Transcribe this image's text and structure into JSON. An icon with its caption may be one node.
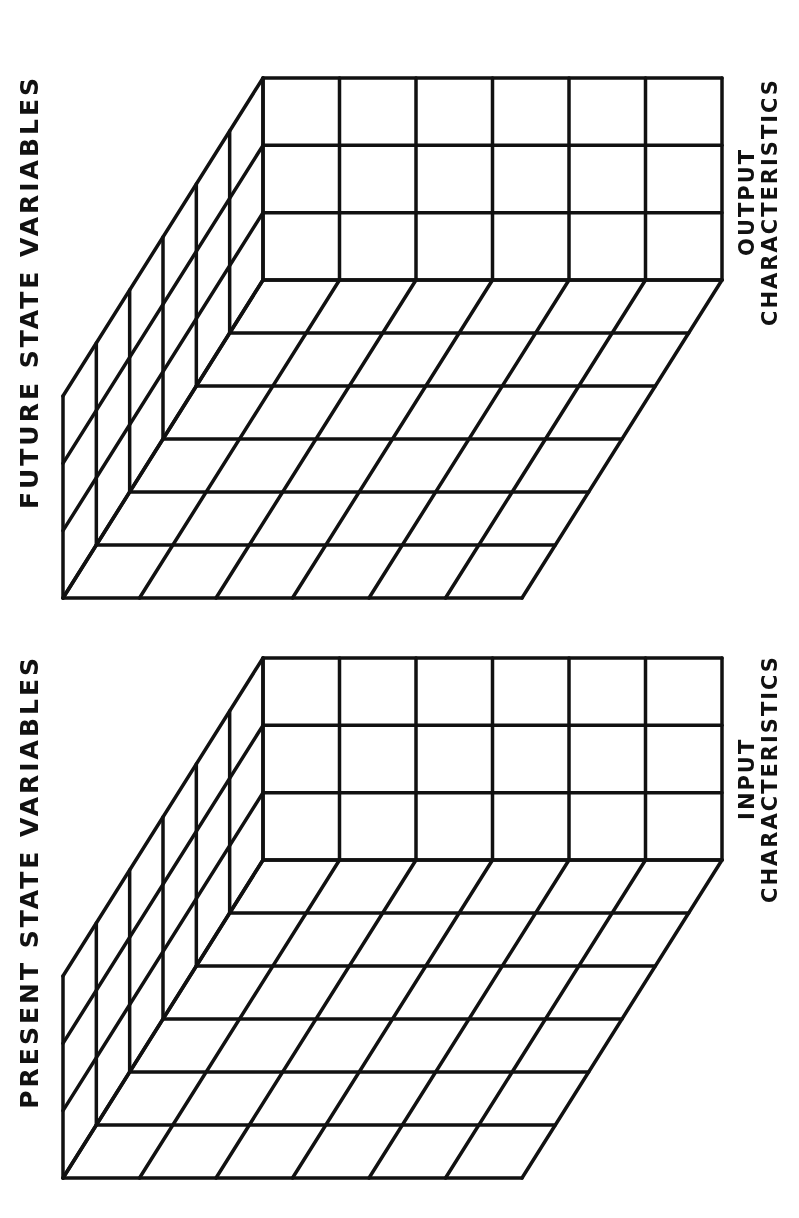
{
  "diagram": {
    "labels": [
      "PRESENT STATE VARIABLES",
      "FUTURE STATE VARIABLES",
      "INPUT CHARACTERISTICS",
      "OUTPUT CHARACTERISTICS"
    ]
  }
}
